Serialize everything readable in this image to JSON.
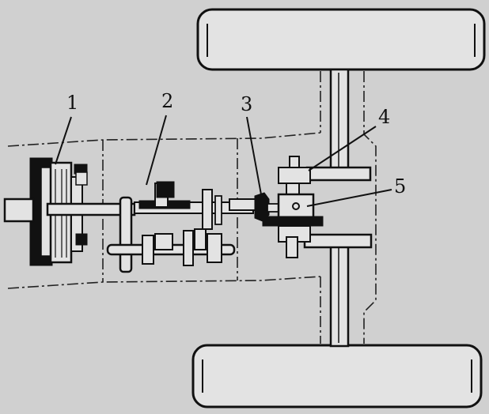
{
  "diagram": {
    "callouts": [
      {
        "id": "1",
        "text": "1"
      },
      {
        "id": "2",
        "text": "2"
      },
      {
        "id": "3",
        "text": "3"
      },
      {
        "id": "4",
        "text": "4"
      },
      {
        "id": "5",
        "text": "5"
      }
    ]
  }
}
